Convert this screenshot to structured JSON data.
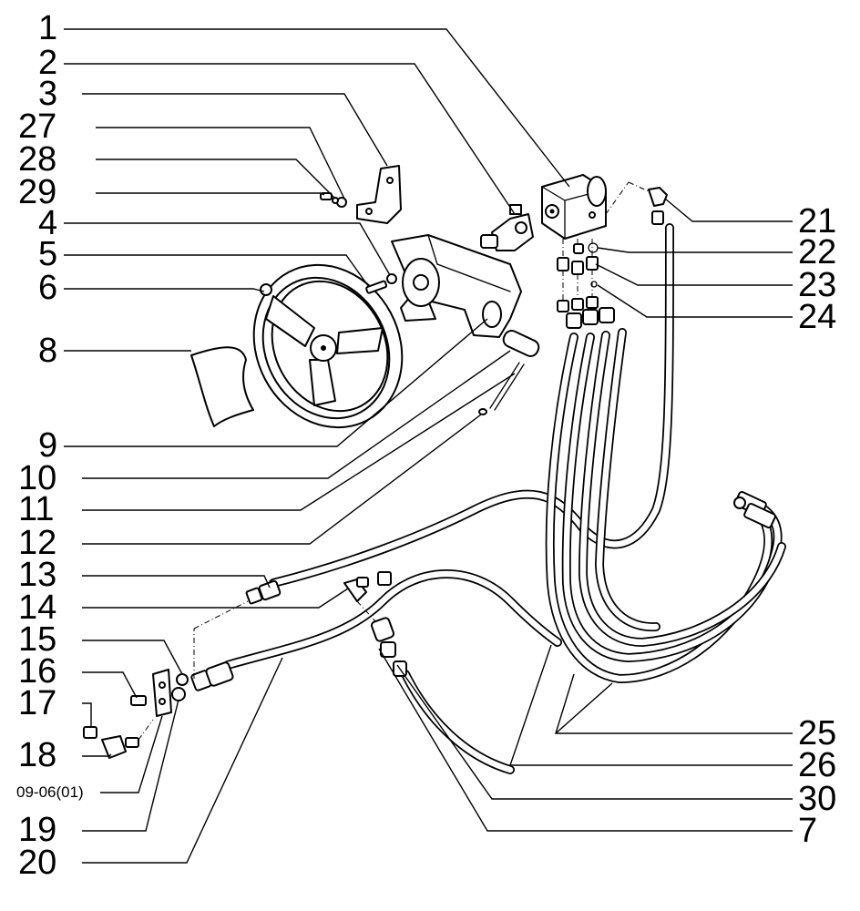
{
  "callouts": {
    "c1": "1",
    "c2": "2",
    "c3": "3",
    "c27": "27",
    "c28": "28",
    "c29": "29",
    "c4": "4",
    "c5": "5",
    "c6": "6",
    "c8": "8",
    "c9": "9",
    "c10": "10",
    "c11": "11",
    "c12": "12",
    "c13": "13",
    "c14": "14",
    "c15": "15",
    "c16": "16",
    "c17": "17",
    "c18": "18",
    "c_ref": "09-06(01)",
    "c19": "19",
    "c20": "20",
    "c21": "21",
    "c22": "22",
    "c23": "23",
    "c24": "24",
    "c25": "25",
    "c26": "26",
    "c30": "30",
    "c7": "7"
  }
}
